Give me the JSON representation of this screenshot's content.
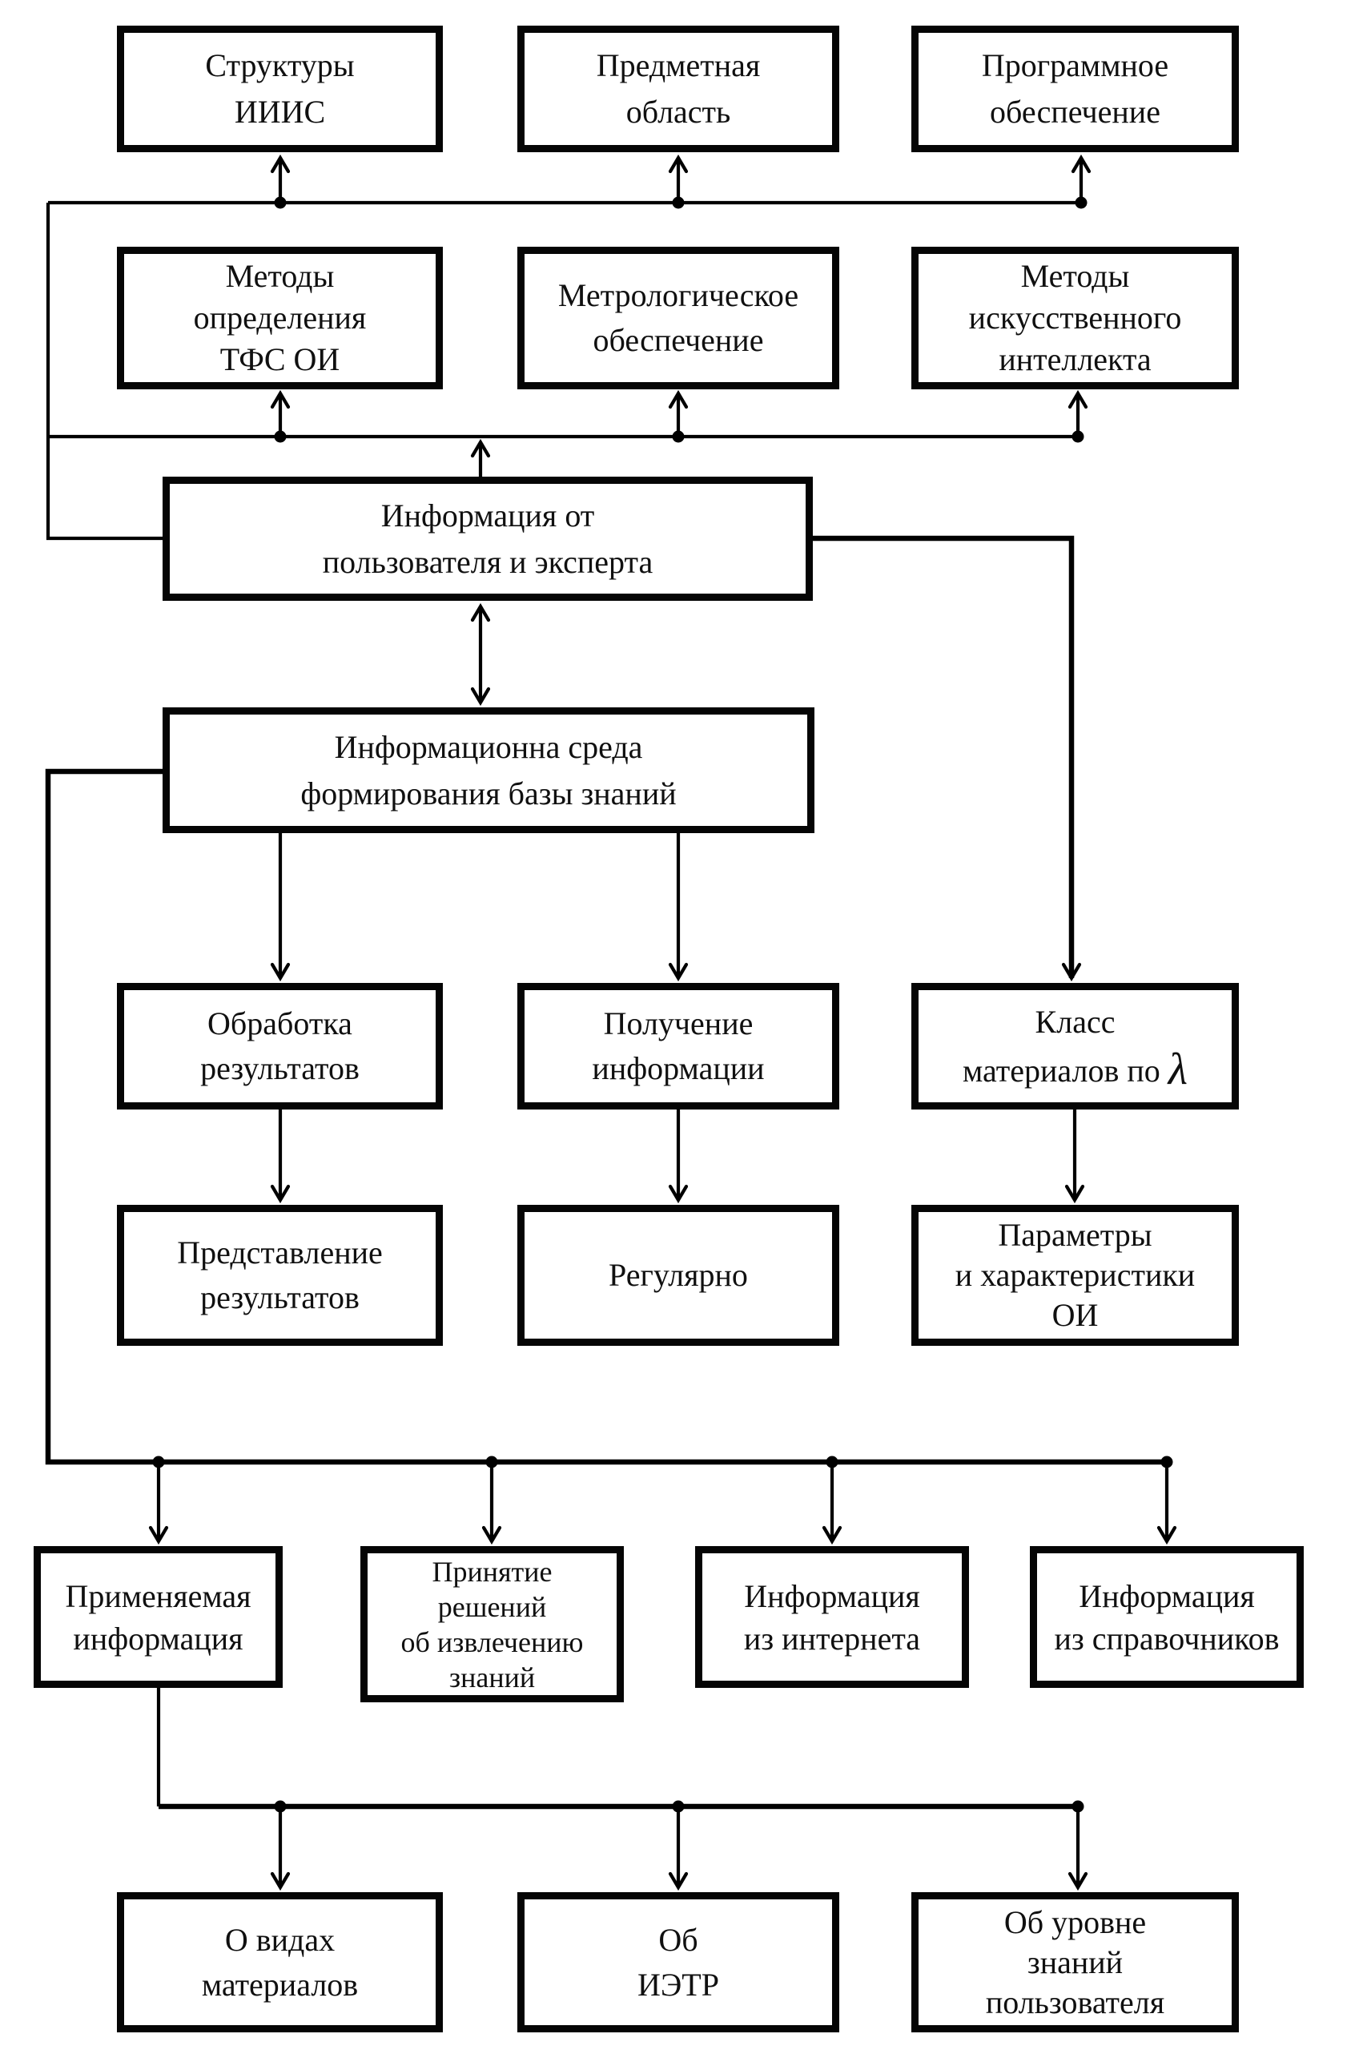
{
  "diagram": {
    "background_color": "#ffffff",
    "line_color": "#000000",
    "box_border_color": "#050505",
    "text_color": "#101010",
    "nodes": {
      "struktury_iiis": {
        "lines": [
          "Структуры",
          "ИИИС"
        ]
      },
      "predmetnaya_oblast": {
        "lines": [
          "Предметная",
          "область"
        ]
      },
      "programmnoe_obespechenie": {
        "lines": [
          "Программное",
          "обеспечение"
        ]
      },
      "metody_opredeleniya_tfs": {
        "lines": [
          "Методы",
          "определения",
          "ТФС ОИ"
        ]
      },
      "metrologicheskoe": {
        "lines": [
          "Метрологическое",
          "обеспечение"
        ]
      },
      "metody_ii": {
        "lines": [
          "Методы",
          "искусственного",
          "интеллекта"
        ]
      },
      "informatsiya_ot_polzovatelya": {
        "lines": [
          "Информация от",
          "пользователя и эксперта"
        ]
      },
      "informatsionna_sreda": {
        "lines": [
          "Информационна среда",
          "формирования базы знаний"
        ]
      },
      "obrabotka_rezultatov": {
        "lines": [
          "Обработка",
          "результатов"
        ]
      },
      "poluchenie_informatsii": {
        "lines": [
          "Получение",
          "информации"
        ]
      },
      "klass_materialov": {
        "lines": [
          "Класс",
          "материалов по"
        ],
        "lambda": "λ"
      },
      "predstavlenie_rezultatov": {
        "lines": [
          "Представление",
          "результатов"
        ]
      },
      "regulyarno": {
        "lines": [
          "Регулярно"
        ]
      },
      "parametry_oi": {
        "lines": [
          "Параметры",
          "и характеристики",
          "ОИ"
        ]
      },
      "primenyaemaya_informatsiya": {
        "lines": [
          "Применяемая",
          "информация"
        ]
      },
      "prinyatie_resheniy": {
        "lines": [
          "Принятие",
          "решений",
          "об извлечению",
          "знаний"
        ]
      },
      "informatsiya_iz_interneta": {
        "lines": [
          "Информация",
          "из интернета"
        ]
      },
      "informatsiya_iz_spravochnikov": {
        "lines": [
          "Информация",
          "из справочников"
        ]
      },
      "o_vidah_materialov": {
        "lines": [
          "О видах",
          "материалов"
        ]
      },
      "ob_ietr": {
        "lines": [
          "Об",
          "ИЭТР"
        ]
      },
      "ob_urovne_znaniy": {
        "lines": [
          "Об уровне",
          "знаний",
          "пользователя"
        ]
      }
    },
    "edges": [
      [
        "informatsiya_ot_polzovatelya",
        "struktury_iiis"
      ],
      [
        "informatsiya_ot_polzovatelya",
        "predmetnaya_oblast"
      ],
      [
        "informatsiya_ot_polzovatelya",
        "programmnoe_obespechenie"
      ],
      [
        "informatsiya_ot_polzovatelya",
        "metody_opredeleniya_tfs"
      ],
      [
        "informatsiya_ot_polzovatelya",
        "metrologicheskoe"
      ],
      [
        "informatsiya_ot_polzovatelya",
        "metody_ii"
      ],
      [
        "informatsiya_ot_polzovatelya",
        "informatsionna_sreda",
        "bidirectional"
      ],
      [
        "informatsiya_ot_polzovatelya",
        "klass_materialov"
      ],
      [
        "informatsionna_sreda",
        "obrabotka_rezultatov"
      ],
      [
        "informatsionna_sreda",
        "poluchenie_informatsii"
      ],
      [
        "obrabotka_rezultatov",
        "predstavlenie_rezultatov"
      ],
      [
        "poluchenie_informatsii",
        "regulyarno"
      ],
      [
        "klass_materialov",
        "parametry_oi"
      ],
      [
        "informatsionna_sreda",
        "primenyaemaya_informatsiya"
      ],
      [
        "informatsionna_sreda",
        "prinyatie_resheniy"
      ],
      [
        "informatsionna_sreda",
        "informatsiya_iz_interneta"
      ],
      [
        "informatsionna_sreda",
        "informatsiya_iz_spravochnikov"
      ],
      [
        "primenyaemaya_informatsiya",
        "o_vidah_materialov"
      ],
      [
        "primenyaemaya_informatsiya",
        "ob_ietr"
      ],
      [
        "primenyaemaya_informatsiya",
        "ob_urovne_znaniy"
      ]
    ]
  }
}
